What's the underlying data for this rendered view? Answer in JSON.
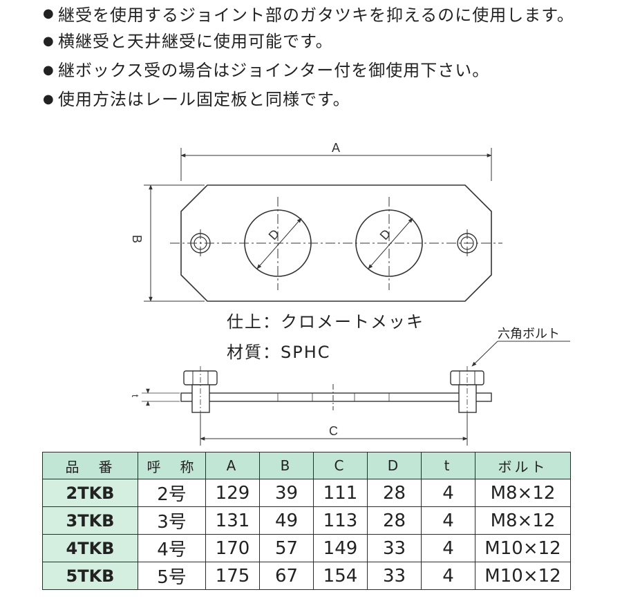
{
  "notes": [
    "継受を使用するジョイント部のガタツキを抑えるのに使用します。",
    "横継受と天井継受に使用可能です。",
    "継ボックス受の場合はジョインター付を御使用下さい。",
    "使用方法はレール固定板と同様です。"
  ],
  "bullet": "●",
  "drawing": {
    "dim_a": "A",
    "dim_b": "B",
    "dim_c": "C",
    "dim_d": "D",
    "dim_t": "t",
    "finish": "仕上：クロメートメッキ",
    "material": "材質：SPHC",
    "bolt_label": "六角ボルト"
  },
  "table": {
    "headers": [
      "品　番",
      "呼　称",
      "A",
      "B",
      "C",
      "D",
      "t",
      "ボルト"
    ],
    "rows": [
      [
        "2TKB",
        "2号",
        "129",
        "39",
        "111",
        "28",
        "4",
        "M8×12"
      ],
      [
        "3TKB",
        "3号",
        "131",
        "49",
        "113",
        "28",
        "4",
        "M8×12"
      ],
      [
        "4TKB",
        "4号",
        "170",
        "57",
        "149",
        "33",
        "4",
        "M10×12"
      ],
      [
        "5TKB",
        "5号",
        "175",
        "67",
        "154",
        "33",
        "4",
        "M10×12"
      ]
    ]
  }
}
